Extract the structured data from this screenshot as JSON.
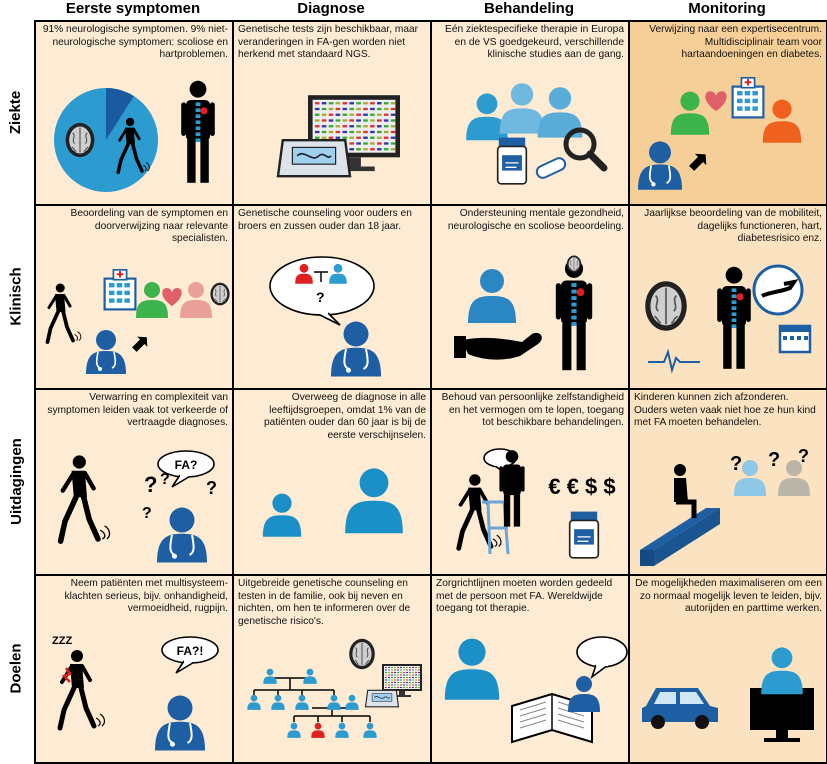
{
  "columns": [
    {
      "id": "symptoms",
      "label": "Eerste symptomen"
    },
    {
      "id": "diagnosis",
      "label": "Diagnose"
    },
    {
      "id": "treatment",
      "label": "Behandeling"
    },
    {
      "id": "monitoring",
      "label": "Monitoring"
    }
  ],
  "rows": [
    {
      "id": "disease",
      "label": "Ziekte"
    },
    {
      "id": "clinical",
      "label": "Klinisch"
    },
    {
      "id": "challenges",
      "label": "Uitdagingen"
    },
    {
      "id": "goals",
      "label": "Doelen"
    }
  ],
  "colors": {
    "cell_light": "#fdebd3",
    "cell_mid": "#fbe2c0",
    "cell_dark": "#f6cf98",
    "person_blue": "#1e5fa3",
    "person_light": "#2b9bd0",
    "accent_red": "#e02020",
    "pie_light": "#2b9bd0",
    "pie_dark": "#1a5aa0"
  },
  "cells": {
    "disease": {
      "symptoms": {
        "text": "91% neurologische symptomen. 9% niet-neurologische symptomen: scoliose en hartproblemen.",
        "align": "right",
        "pie_share": 0.91
      },
      "diagnosis": {
        "text": "Genetische tests zijn beschikbaar, maar veranderingen in FA-gen worden niet herkend met standaard NGS.",
        "align": "left"
      },
      "treatment": {
        "text": "Eén ziektespecifieke therapie in Europa en de VS goedgekeurd, verschillende klinische studies aan de gang.",
        "align": "right"
      },
      "monitoring": {
        "text": "Verwijzing naar een expertisecentrum. Multidisciplinair team voor hartaandoeningen en diabetes.",
        "align": "right"
      }
    },
    "clinical": {
      "symptoms": {
        "text": "Beoordeling van de symptomen en doorverwijzing naar relevante specialisten.",
        "align": "right"
      },
      "diagnosis": {
        "text": "Genetische counseling voor ouders en broers en zussen ouder dan 18 jaar.",
        "align": "left"
      },
      "treatment": {
        "text": "Ondersteuning mentale gezondheid, neurologische en scoliose beoordeling.",
        "align": "right"
      },
      "monitoring": {
        "text": "Jaarlijkse beoordeling van de mobiliteit, dagelijks functioneren, hart, diabetesrisico enz.",
        "align": "right"
      }
    },
    "challenges": {
      "symptoms": {
        "text": "Verwarring en complexiteit van symptomen leiden vaak tot verkeerde of vertraagde diagnoses.",
        "align": "right",
        "bubble": "FA?"
      },
      "diagnosis": {
        "text": "Overweeg de diagnose in alle leeftijdsgroepen, omdat 1% van de patiënten ouder dan 60 jaar is bij de eerste verschijnselen.",
        "align": "right"
      },
      "treatment": {
        "text": "Behoud van persoonlijke zelfstandigheid en het vermogen om te lopen, toegang tot beschikbare behandelingen.",
        "align": "right",
        "money": "€ € $ $"
      },
      "monitoring": {
        "text": "Kinderen kunnen zich afzonderen. Ouders weten vaak niet hoe ze hun kind met FA moeten behandelen.",
        "align": "left"
      }
    },
    "goals": {
      "symptoms": {
        "text": "Neem patiënten met multisysteem-klachten serieus, bijv. onhandigheid, vermoeidheid, rugpijn.",
        "align": "right",
        "bubble": "FA?!",
        "sleep": "ZZZ"
      },
      "diagnosis": {
        "text": "Uitgebreide genetische counseling en testen in de familie, ook bij neven en nichten, om hen te informeren over de genetische risico's.",
        "align": "left"
      },
      "treatment": {
        "text": "Zorgrichtlijnen moeten worden gedeeld met de persoon met FA. Wereldwijde toegang tot therapie.",
        "align": "left"
      },
      "monitoring": {
        "text": "De mogelijkheden maximaliseren om een zo normaal mogelijk leven te leiden, bijv. autorijden en parttime werken.",
        "align": "right"
      }
    }
  }
}
